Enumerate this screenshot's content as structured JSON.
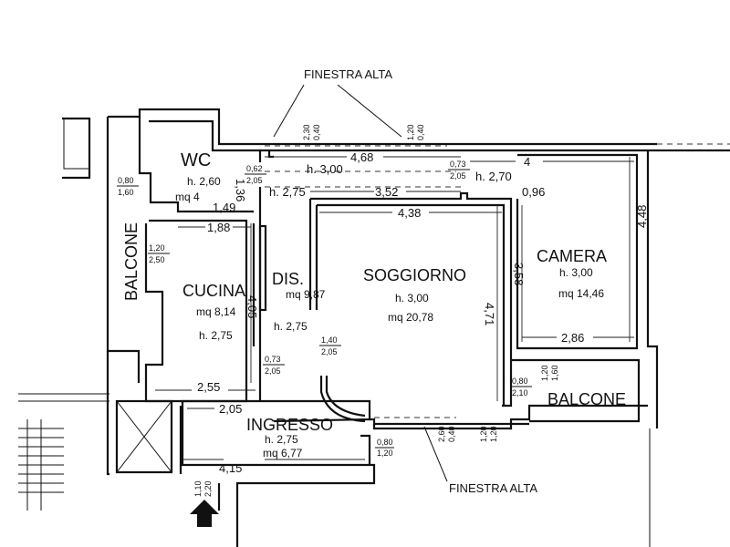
{
  "labels": {
    "window_high_top": "FINESTRA ALTA",
    "window_high_bottom": "FINESTRA ALTA"
  },
  "rooms": {
    "wc": {
      "name": "WC",
      "height": "h. 2,60",
      "area": "mq 4"
    },
    "balcone_left": {
      "name": "BALCONE"
    },
    "cucina": {
      "name": "CUCINA",
      "area": "mq 8,14",
      "height": "h. 2,75"
    },
    "dis": {
      "name": "DIS.",
      "area": "mq 9,87",
      "height": "h. 2,75"
    },
    "soggiorno": {
      "name": "SOGGIORNO",
      "height": "h. 3,00",
      "area": "mq 20,78"
    },
    "camera": {
      "name": "CAMERA",
      "height": "h. 3,00",
      "area": "mq 14,46"
    },
    "balcone_right": {
      "name": "BALCONE"
    },
    "ingresso": {
      "name": "INGRESSO",
      "height": "h. 2,75",
      "area": "mq 6,77"
    }
  },
  "dimensions": {
    "d468": "4,68",
    "h300": "h. 3,00",
    "d4": "4",
    "h270": "h. 2,70",
    "d096": "0,96",
    "h275": "h. 2,75",
    "d352": "3,52",
    "d438": "4,38",
    "d149": "1,49",
    "d188": "1,88",
    "d405": "4,05",
    "d471": "4,71",
    "d358": "3,58",
    "d448": "4,48",
    "d286": "2,86",
    "d255": "2,55",
    "d205": "2,05",
    "d415": "4,15",
    "d136": "1,36"
  },
  "openings": [
    {
      "top": "0,80",
      "bottom": "1,60"
    },
    {
      "top": "1,20",
      "bottom": "2,50"
    },
    {
      "top": "0,62",
      "bottom": "2,05"
    },
    {
      "top": "0,73",
      "bottom": "2,05"
    },
    {
      "top": "1,40",
      "bottom": "2,05"
    },
    {
      "top": "0,73",
      "bottom": "2,05"
    },
    {
      "top": "0,80",
      "bottom": "2,10"
    },
    {
      "top": "1,20",
      "bottom": "1,60"
    },
    {
      "top": "2,30",
      "bottom": "0,40"
    },
    {
      "top": "1,20",
      "bottom": "0,40"
    },
    {
      "top": "2,60",
      "bottom": "0,40"
    },
    {
      "top": "1,20",
      "bottom": "1,20"
    },
    {
      "top": "0,80",
      "bottom": "1,20"
    },
    {
      "top": "1,10",
      "bottom": "2,20"
    }
  ]
}
